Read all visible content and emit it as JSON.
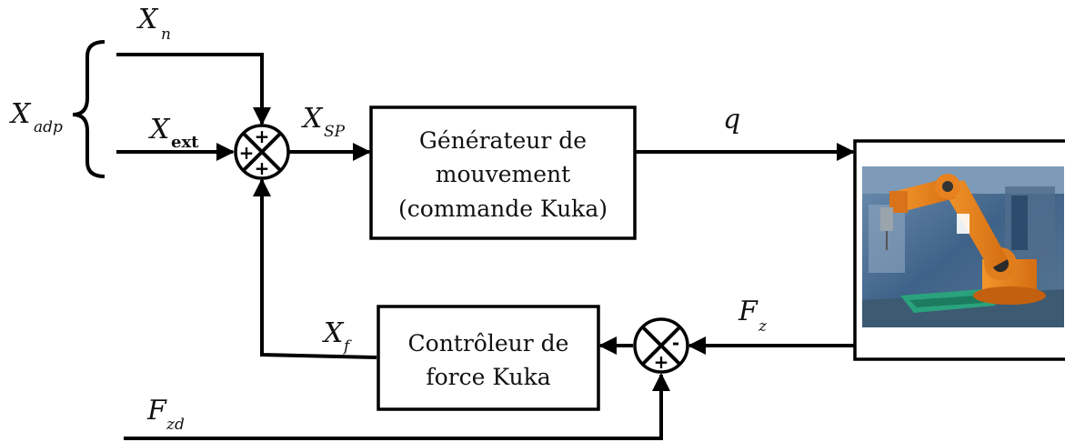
{
  "blocks": {
    "generator": {
      "line1": "Générateur de",
      "line2": "mouvement",
      "line3": "(commande Kuka)"
    },
    "force_controller": {
      "line1": "Contrôleur de",
      "line2": "force Kuka"
    },
    "robot": {
      "image": "kuka-robot-photo"
    }
  },
  "signals": {
    "x_adp": {
      "base": "X",
      "sub": "adp"
    },
    "x_n": {
      "base": "X",
      "sub": "n"
    },
    "x_ext": {
      "base": "X",
      "sub": "ext"
    },
    "x_sp": {
      "base": "X",
      "sub": "SP"
    },
    "q": {
      "base": "q"
    },
    "f_z": {
      "base": "F",
      "sub": "z"
    },
    "x_f": {
      "base": "X",
      "sub": "f"
    },
    "f_zd": {
      "base": "F",
      "sub": "zd"
    }
  },
  "summing_junctions": {
    "main": {
      "top": "+",
      "left": "+",
      "bottom": "+"
    },
    "force": {
      "right": "-",
      "bottom": "+"
    }
  },
  "colors": {
    "line": "#000000",
    "robot_orange": "#e8821e",
    "robot_background": "#4a6f93"
  }
}
